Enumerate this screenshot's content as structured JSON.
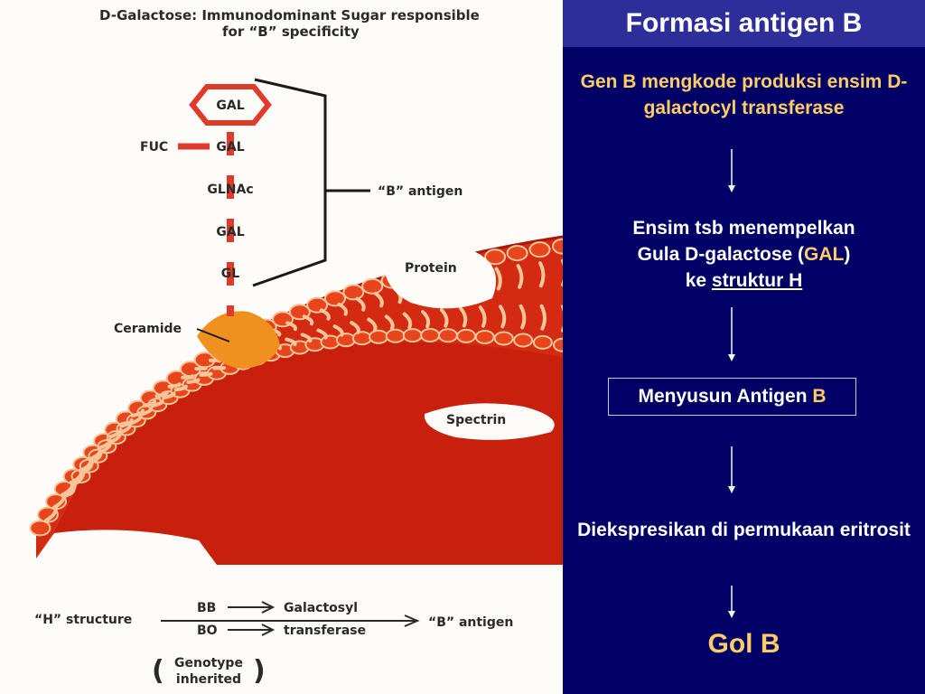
{
  "figure": {
    "title_line1": "D-Galactose:  Immunodominant Sugar responsible",
    "title_line2": "for “B” specificity",
    "chain": {
      "gal_top": "GAL",
      "fuc": "FUC",
      "gal_2": "GAL",
      "glnac": "GLNAc",
      "gal_3": "GAL",
      "gl": "GL"
    },
    "b_antigen_label": "“B” antigen",
    "protein_label": "Protein",
    "ceramide_label": "Ceramide",
    "spectrin_label": "Spectrin",
    "bottom": {
      "h_structure": "“H” structure",
      "bb": "BB",
      "bo": "BO",
      "galactosyl": "Galactosyl",
      "transferase": "transferase",
      "b_antigen": "“B” antigen",
      "genotype_line1": "Genotype",
      "genotype_line2": "inherited"
    },
    "colors": {
      "membrane_red": "#d42a12",
      "lipid_cream": "#f7c59a",
      "chain_red": "#e03a2a",
      "ceramide_orange": "#f0901e"
    }
  },
  "panel": {
    "title": "Formasi antigen B",
    "step1": "Gen B mengkode produksi ensim D-galactocyl transferase",
    "step2_a": "Ensim tsb menempelkan",
    "step2_b": "Gula D-galactose (",
    "step2_gal": "GAL",
    "step2_c": ")",
    "step2_d": "ke ",
    "step2_link": "struktur H",
    "step3_text": "Menyusun Antigen ",
    "step3_b": "B",
    "step4": "Diekspresikan di permukaan eritrosit",
    "result": "Gol B",
    "colors": {
      "background": "#000066",
      "title_bar": "#2e2e9a",
      "accent": "#ffcc66",
      "arrow": "#e8fff0"
    }
  }
}
